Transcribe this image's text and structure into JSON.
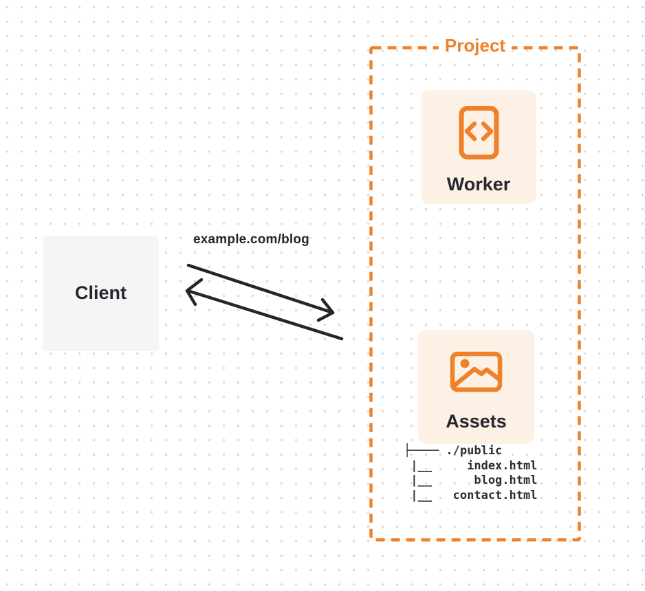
{
  "colors": {
    "orange": "#EE8129",
    "peach_card_bg": "#FDF0E4",
    "client_card_bg": "#F5F5F6",
    "ink": "#23272D",
    "arrow": "#262626",
    "grid_dot": "#DBDBDB",
    "background": "#FFFFFF"
  },
  "project": {
    "label": "Project"
  },
  "nodes": {
    "client": {
      "label": "Client"
    },
    "worker": {
      "label": "Worker",
      "icon": "code-document-icon"
    },
    "assets": {
      "label": "Assets",
      "icon": "picture-icon"
    }
  },
  "request": {
    "label": "example.com/blog"
  },
  "assets_tree": {
    "root": "./public",
    "files": [
      "index.html",
      "blog.html",
      "contact.html"
    ],
    "text": "├──── ./public\n |__     index.html\n |__      blog.html\n |__   contact.html"
  }
}
